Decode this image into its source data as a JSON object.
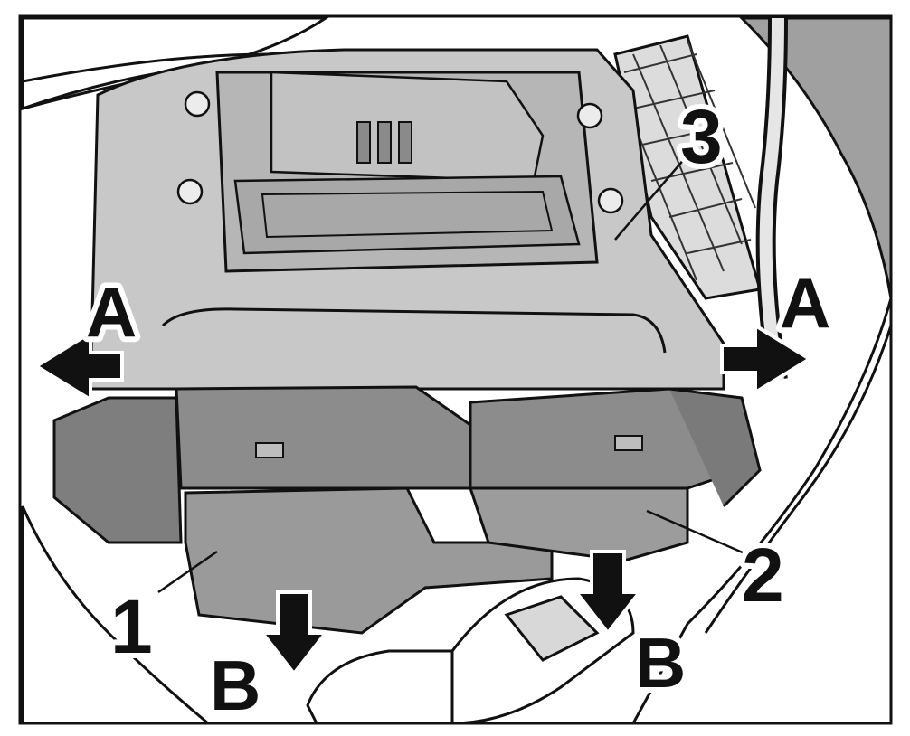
{
  "labels": {
    "a_left": "A",
    "a_right": "A",
    "b_left": "B",
    "b_right": "B",
    "num_1": "1",
    "num_2": "2",
    "num_3": "3"
  },
  "colors": {
    "background": "#ffffff",
    "outline": "#111111",
    "body_light": "#c8c8c8",
    "body_mid": "#a8a8a8",
    "body_dark": "#7e7e7e",
    "arrow": "#111111"
  },
  "icons": {
    "arrow_a_left": "arrow-left-icon",
    "arrow_a_right": "arrow-right-icon",
    "arrow_b_left": "arrow-down-icon",
    "arrow_b_right": "arrow-down-icon"
  }
}
